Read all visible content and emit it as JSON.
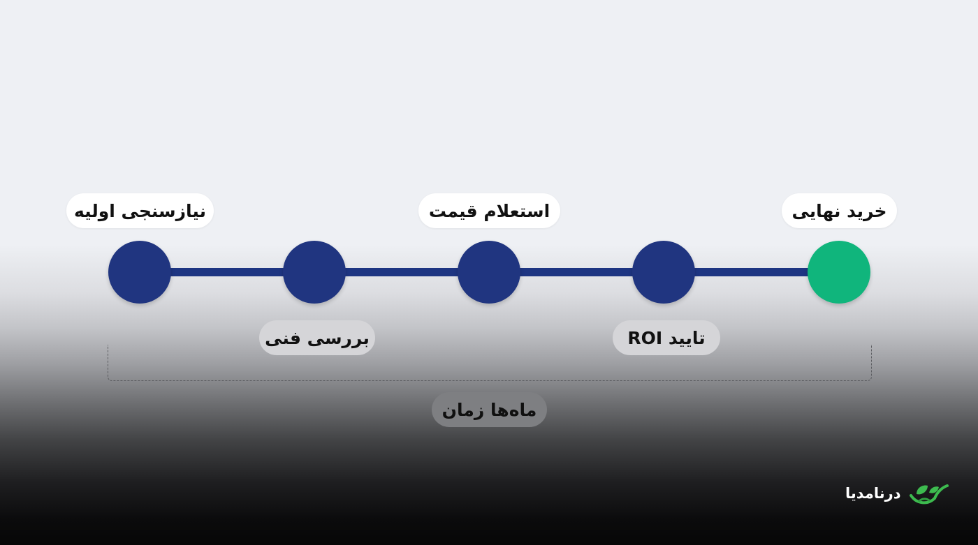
{
  "steps": [
    {
      "label": "نیازسنجی اولیه",
      "position": "top",
      "state": "default"
    },
    {
      "label": "بررسی فنی",
      "position": "bottom",
      "state": "default"
    },
    {
      "label": "استعلام قیمت",
      "position": "top",
      "state": "default"
    },
    {
      "label": "تایید ROI",
      "position": "bottom",
      "state": "default"
    },
    {
      "label": "خرید نهایی",
      "position": "top",
      "state": "final"
    }
  ],
  "duration_label": "ماه‌ها زمان",
  "brand": {
    "name": "درنامدیا"
  },
  "colors": {
    "node": "#203580",
    "final_node": "#10b57c",
    "track": "#1e3582",
    "brand_green": "#3dbb4f"
  }
}
